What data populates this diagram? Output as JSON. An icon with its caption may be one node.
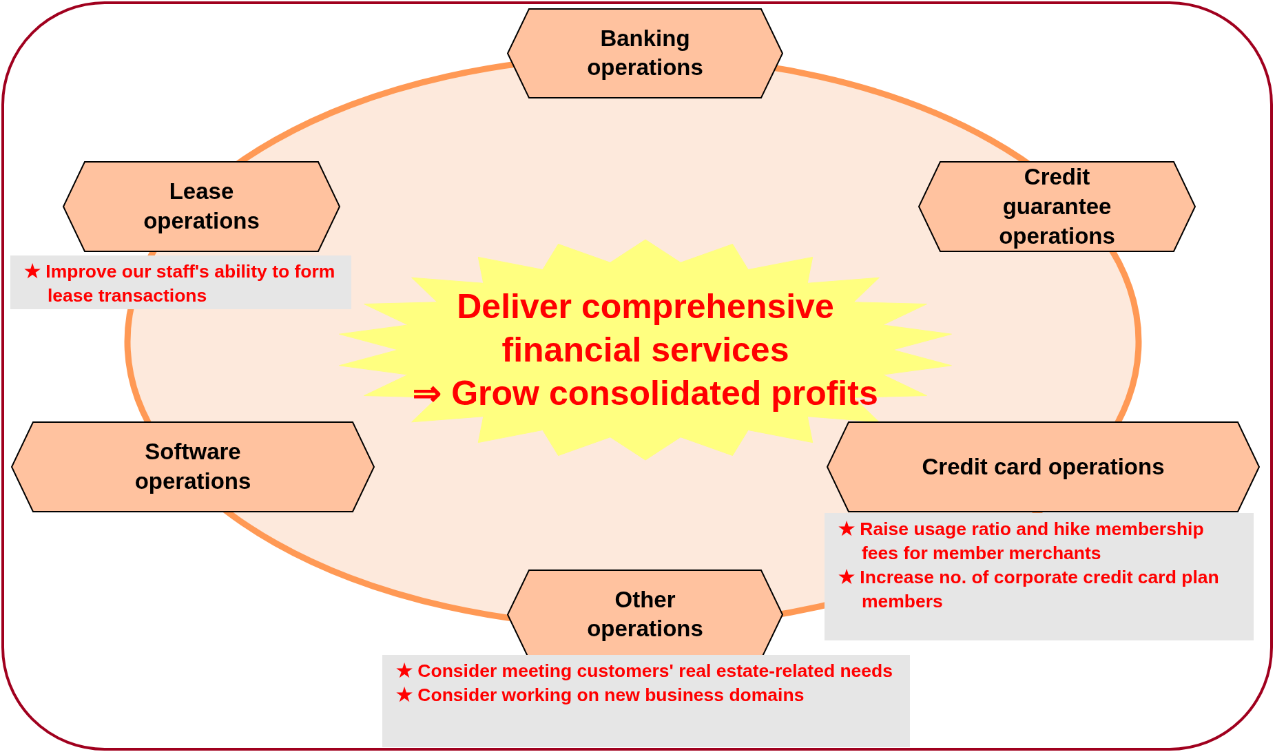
{
  "diagram": {
    "nodes": [
      {
        "text": [],
        "shape": "box"
      },
      {
        "text": [],
        "shape": "circle",
        "in": 0
      },
      {
        "text": [
          "Banking operations"
        ],
        "in": 0
      },
      {
        "text": [
          "Lease operations"
        ],
        "in": 0
      },
      {
        "text": [
          "Credit guarantee operations"
        ],
        "in": 0
      },
      {
        "text": [
          "★ Improve our staff's ability to form lease transactions"
        ],
        "in": 0
      },
      {
        "text": [
          "Deliver comprehensive financial services",
          "⇒ Grow consolidated profits"
        ],
        "in": 1
      },
      {
        "text": [
          "Software operations"
        ],
        "in": 0
      },
      {
        "text": [
          "Credit card operations"
        ],
        "in": 0
      },
      {
        "text": [
          "★ Raise usage ratio and hike membership fees for member merchants",
          "★ Increase no. of corporate credit card plan members"
        ],
        "in": 0
      },
      {
        "text": [
          "Other operations"
        ],
        "in": 0
      },
      {
        "text": [
          "★ Consider meeting customers' real estate-related needs",
          "★ Consider working on new business domains"
        ],
        "in": 0
      }
    ]
  }
}
